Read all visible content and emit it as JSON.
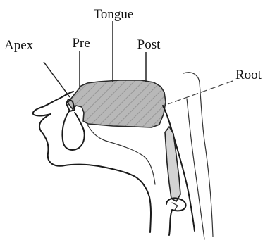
{
  "labels": {
    "tongue": "Tongue",
    "apex": "Apex",
    "pre": "Pre",
    "post": "Post",
    "root": "Root"
  },
  "colors": {
    "tongue_fill": "#b3b3b3",
    "tongue_hatch": "#8a8a8a",
    "epiglottis_fill": "#d3d3d3",
    "outline": "#1a1a1a"
  }
}
